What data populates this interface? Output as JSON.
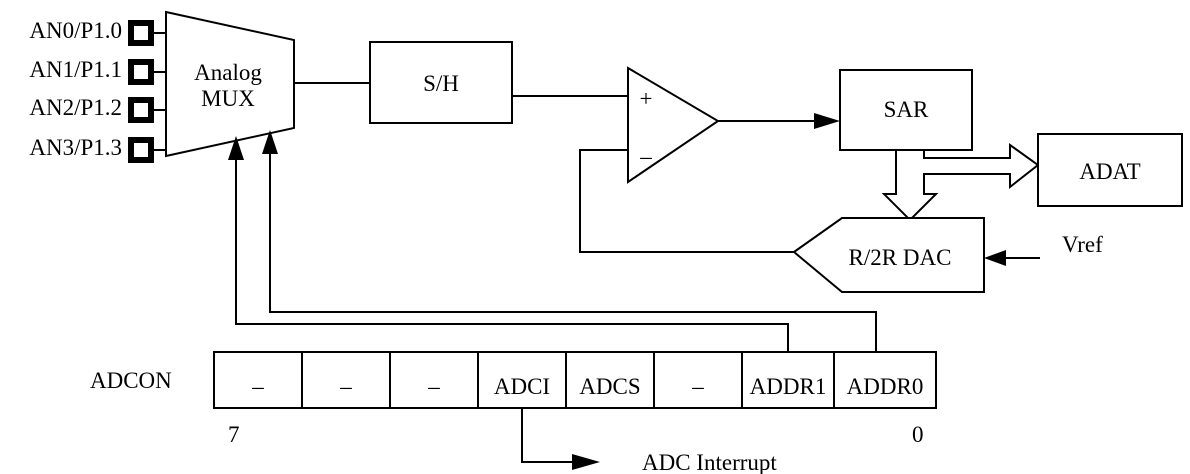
{
  "pins": [
    {
      "label": "AN0/P1.0"
    },
    {
      "label": "AN1/P1.1"
    },
    {
      "label": "AN2/P1.2"
    },
    {
      "label": "AN3/P1.3"
    }
  ],
  "mux": {
    "line1": "Analog",
    "line2": "MUX"
  },
  "sample_hold": {
    "label": "S/H"
  },
  "comparator": {
    "plus": "+",
    "minus": "–"
  },
  "sar": {
    "label": "SAR"
  },
  "adat": {
    "label": "ADAT"
  },
  "dac": {
    "label": "R/2R DAC"
  },
  "vref": {
    "label": "Vref"
  },
  "register": {
    "name": "ADCON",
    "bits": [
      "–",
      "–",
      "–",
      "ADCI",
      "ADCS",
      "–",
      "ADDR1",
      "ADDR0"
    ],
    "msb_index": "7",
    "lsb_index": "0"
  },
  "interrupt": {
    "label": "ADC Interrupt"
  },
  "colors": {
    "line": "#000000",
    "background": "#ffffff"
  }
}
